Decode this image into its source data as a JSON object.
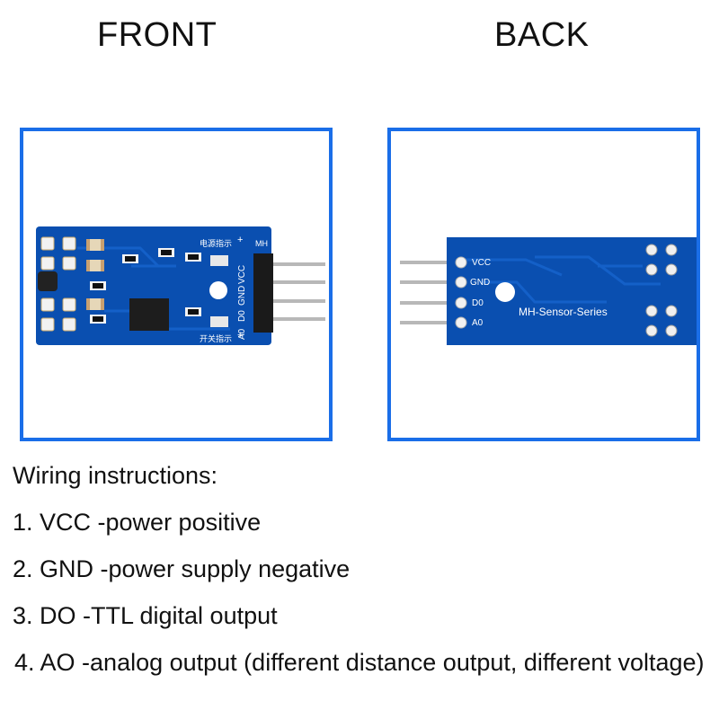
{
  "headings": {
    "front": "FRONT",
    "back": "BACK"
  },
  "front_board": {
    "top_label": "电源指示",
    "bottom_label": "开关指示",
    "brand": "MH",
    "pin_labels": [
      "A0",
      "D0",
      "GND",
      "VCC"
    ],
    "plus_sign": "+"
  },
  "back_board": {
    "pin_labels": [
      "VCC",
      "GND",
      "D0",
      "A0"
    ],
    "series_label": "MH-Sensor-Series"
  },
  "instructions": {
    "title": "Wiring instructions:",
    "items": [
      "1. VCC -power positive",
      "2. GND -power supply negative",
      "3. DO -TTL digital output",
      "4. AO -analog output (different distance output, different voltage)"
    ]
  },
  "colors": {
    "frame": "#1a6ee8",
    "pcb": "#0a4fb0",
    "trace": "#1460c8",
    "pin_metal": "#b8b8b8",
    "header_black": "#1a1a1a"
  }
}
